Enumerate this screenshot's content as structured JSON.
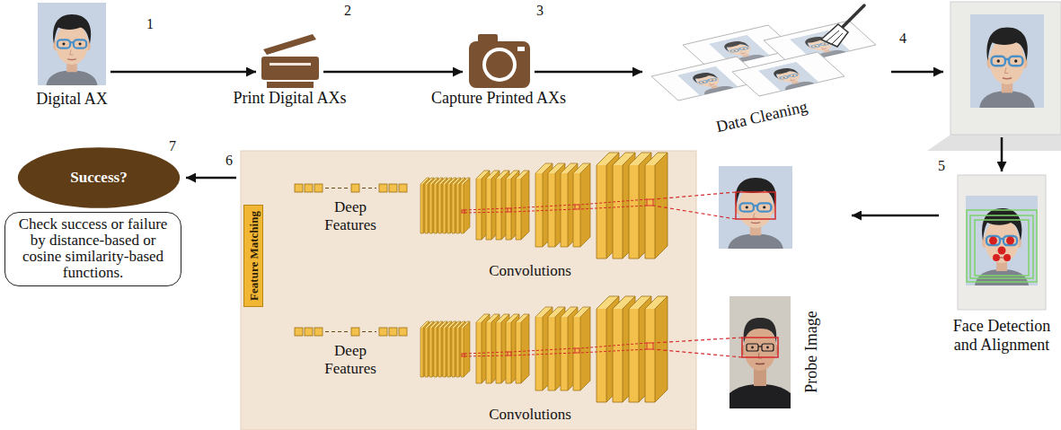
{
  "diagram": {
    "nodes": [
      {
        "text": [
          "Digital AX"
        ]
      },
      {
        "text": [
          "Print Digital AXs"
        ]
      },
      {
        "text": [
          "Capture Printed AXs"
        ]
      },
      {
        "text": [
          "Data Cleaning"
        ]
      },
      {
        "text": [
          "Face Detection and Alignment"
        ]
      },
      {
        "text": [
          "Deep Features",
          "Convolutions",
          "Deep Features",
          "Convolutions"
        ]
      },
      {
        "text": [
          "Feature Matching"
        ],
        "in": 5
      },
      {
        "text": [
          "Success?"
        ]
      },
      {
        "text": [
          "Check success or failure by distance-based or cosine similarity-based functions."
        ]
      }
    ],
    "edges": [
      {
        "from": 0,
        "to": 1,
        "arrow": "to"
      },
      {
        "from": 1,
        "to": 2,
        "arrow": "to"
      },
      {
        "from": 2,
        "to": 3,
        "arrow": "to"
      },
      {
        "from": 5,
        "to": 7,
        "arrow": "to"
      }
    ],
    "labels": [
      "1",
      "2",
      "3",
      "4",
      "5",
      "6",
      "7",
      "Probe Image"
    ]
  }
}
